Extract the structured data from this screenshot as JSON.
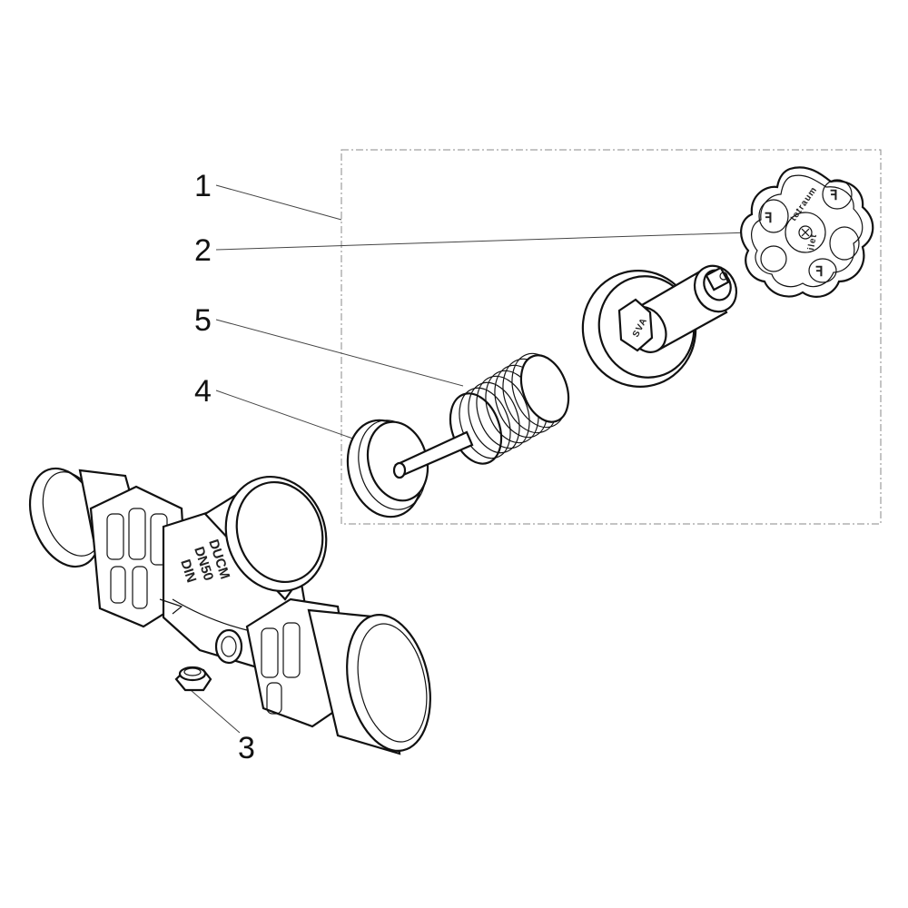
{
  "callouts": {
    "c1": "1",
    "c2": "2",
    "c3": "3",
    "c4": "4",
    "c5": "5"
  },
  "body_markings": {
    "line1": "DUCM",
    "line2": "DN50",
    "line3": "DIN"
  },
  "handwheel_brand": "tetraum",
  "handwheel_brand_suffix": "ilet",
  "stem_marking": "SVA",
  "colors": {
    "stroke": "#111111",
    "background": "#ffffff",
    "group_border": "#888888"
  }
}
